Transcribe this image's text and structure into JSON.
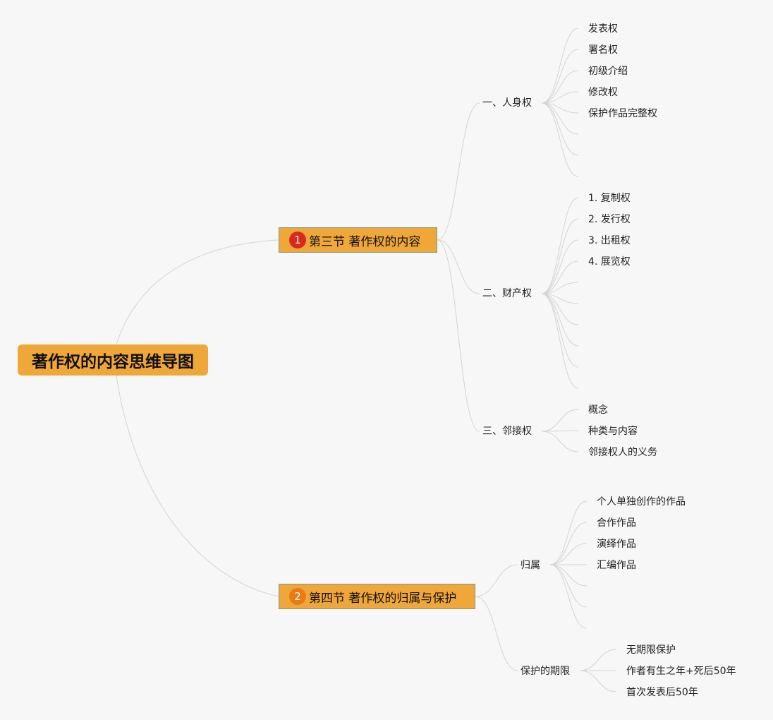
{
  "root": {
    "label": "著作权的内容思维导图"
  },
  "colors": {
    "node_fill": "#f0a73a",
    "badge1": "#d9281c",
    "badge2": "#ec7a14",
    "line": "#d4d4d4"
  },
  "section1": {
    "badge": "1",
    "label": "第三节 著作权的内容",
    "branches": [
      {
        "label": "一、人身权",
        "children": [
          "发表权",
          "署名权",
          "初级介绍",
          "修改权",
          "保护作品完整权"
        ]
      },
      {
        "label": "二、财产权",
        "children": [
          "1. 复制权",
          "2. 发行权",
          "3. 出租权",
          "4. 展览权"
        ]
      },
      {
        "label": "三、邻接权",
        "children": [
          "概念",
          "种类与内容",
          "邻接权人的义务"
        ]
      }
    ]
  },
  "section2": {
    "badge": "2",
    "label": "第四节 著作权的归属与保护",
    "branches": [
      {
        "label": "归属",
        "children": [
          "个人单独创作的作品",
          "合作作品",
          "演绎作品",
          "汇编作品"
        ]
      },
      {
        "label": "保护的期限",
        "children": [
          "无期限保护",
          "作者有生之年+死后50年",
          "首次发表后50年"
        ]
      }
    ]
  }
}
